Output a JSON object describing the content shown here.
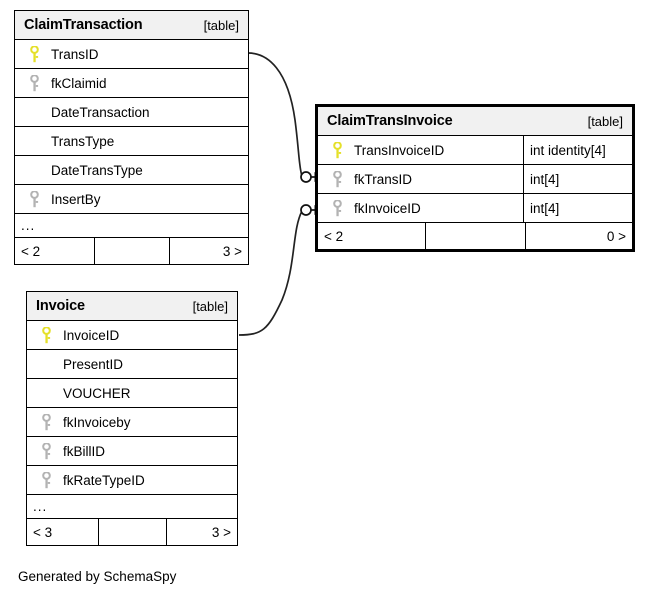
{
  "diagram": {
    "caption": "Generated by SchemaSpy",
    "table_tag": "[table]",
    "ellipsis": "...",
    "colors": {
      "primary_key": "#e5e02a",
      "foreign_key": "#b3b3b3",
      "header_bg": "#f1f1f1",
      "border": "#000000",
      "edge": "#222222",
      "background": "#ffffff"
    }
  },
  "tables": [
    {
      "id": "claimtransaction",
      "name": "ClaimTransaction",
      "tag": "[table]",
      "focal": false,
      "columns": [
        {
          "key": "primary",
          "name": "TransID",
          "type": ""
        },
        {
          "key": "foreign",
          "name": "fkClaimid",
          "type": ""
        },
        {
          "key": "none",
          "name": "DateTransaction",
          "type": ""
        },
        {
          "key": "none",
          "name": "TransType",
          "type": ""
        },
        {
          "key": "none",
          "name": "DateTransType",
          "type": ""
        },
        {
          "key": "foreign",
          "name": "InsertBy",
          "type": ""
        }
      ],
      "has_more": true,
      "more_label": "...",
      "footer": {
        "left": "< 2",
        "middle": "",
        "right": "3 >"
      }
    },
    {
      "id": "claimtransinvoice",
      "name": "ClaimTransInvoice",
      "tag": "[table]",
      "focal": true,
      "columns": [
        {
          "key": "primary",
          "name": "TransInvoiceID",
          "type": "int identity[4]"
        },
        {
          "key": "foreign",
          "name": "fkTransID",
          "type": "int[4]"
        },
        {
          "key": "foreign",
          "name": "fkInvoiceID",
          "type": "int[4]"
        }
      ],
      "has_more": false,
      "more_label": "",
      "footer": {
        "left": "< 2",
        "middle": "",
        "right": "0 >"
      }
    },
    {
      "id": "invoice",
      "name": "Invoice",
      "tag": "[table]",
      "focal": false,
      "columns": [
        {
          "key": "primary",
          "name": "InvoiceID",
          "type": ""
        },
        {
          "key": "none",
          "name": "PresentID",
          "type": ""
        },
        {
          "key": "none",
          "name": "VOUCHER",
          "type": ""
        },
        {
          "key": "foreign",
          "name": "fkInvoiceby",
          "type": ""
        },
        {
          "key": "foreign",
          "name": "fkBillID",
          "type": ""
        },
        {
          "key": "foreign",
          "name": "fkRateTypeID",
          "type": ""
        }
      ],
      "has_more": true,
      "more_label": "...",
      "footer": {
        "left": "< 3",
        "middle": "",
        "right": "3 >"
      }
    }
  ],
  "relationships": [
    {
      "id": "rel-transid-fktransid",
      "from_table": "ClaimTransaction",
      "from_column": "TransID",
      "to_table": "ClaimTransInvoice",
      "to_column": "fkTransID"
    },
    {
      "id": "rel-invoiceid-fkinvoiceid",
      "from_table": "Invoice",
      "from_column": "InvoiceID",
      "to_table": "ClaimTransInvoice",
      "to_column": "fkInvoiceID"
    }
  ]
}
